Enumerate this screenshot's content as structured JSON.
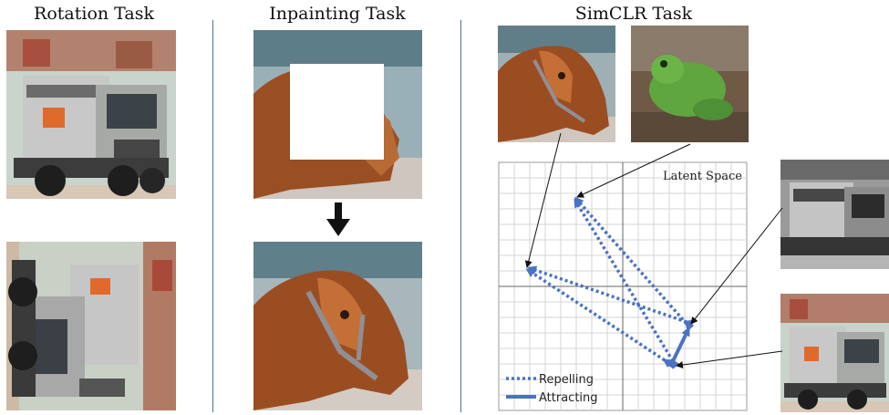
{
  "titles": {
    "rotation": "Rotation Task",
    "inpainting": "Inpainting Task",
    "simclr": "SimCLR Task"
  },
  "latent": {
    "label": "Latent Space"
  },
  "legend": {
    "repelling": "Repelling",
    "attracting": "Attracting"
  },
  "colors": {
    "arrow_blue": "#4a72c4",
    "divider": "#4a6fa5",
    "grid": "#d4d4d4"
  },
  "images": {
    "truck": "truck-photo",
    "truck_rotated": "rotated-truck-photo",
    "horse_masked": "masked-horse-photo",
    "horse": "horse-photo",
    "frog": "frog-photo",
    "truck_gray": "grayscale-truck-crop"
  }
}
